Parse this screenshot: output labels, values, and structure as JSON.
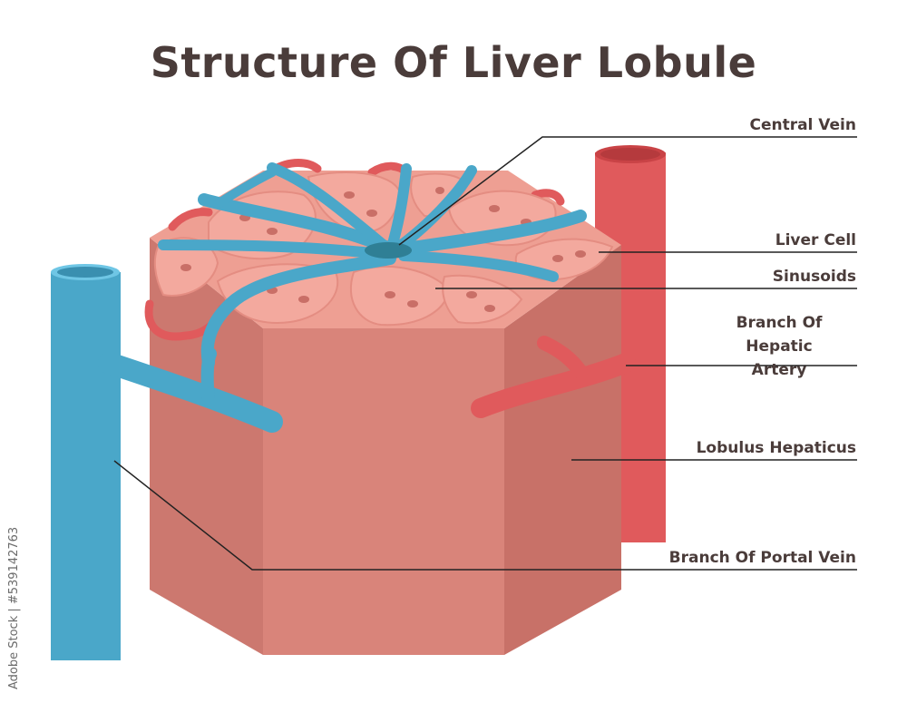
{
  "title": "Structure Of Liver Lobule",
  "labels": {
    "central_vein": "Central Vein",
    "liver_cell": "Liver Cell",
    "sinusoids": "Sinusoids",
    "hepatic_artery": "Branch Of Hepatic\nArtery",
    "lobulus": "Lobulus Hepaticus",
    "portal_vein": "Branch Of Portal Vein"
  },
  "watermark": "Adobe Stock | #539142763",
  "colors": {
    "vein": "#4aa7c9",
    "artery": "#e05a5c",
    "tissue_front": "#d9847a",
    "tissue_side": "#c87168",
    "tissue_top": "#ee9f93",
    "cell": "#f3a99e",
    "nucleus": "#c96f67",
    "text": "#4a3c3a"
  }
}
